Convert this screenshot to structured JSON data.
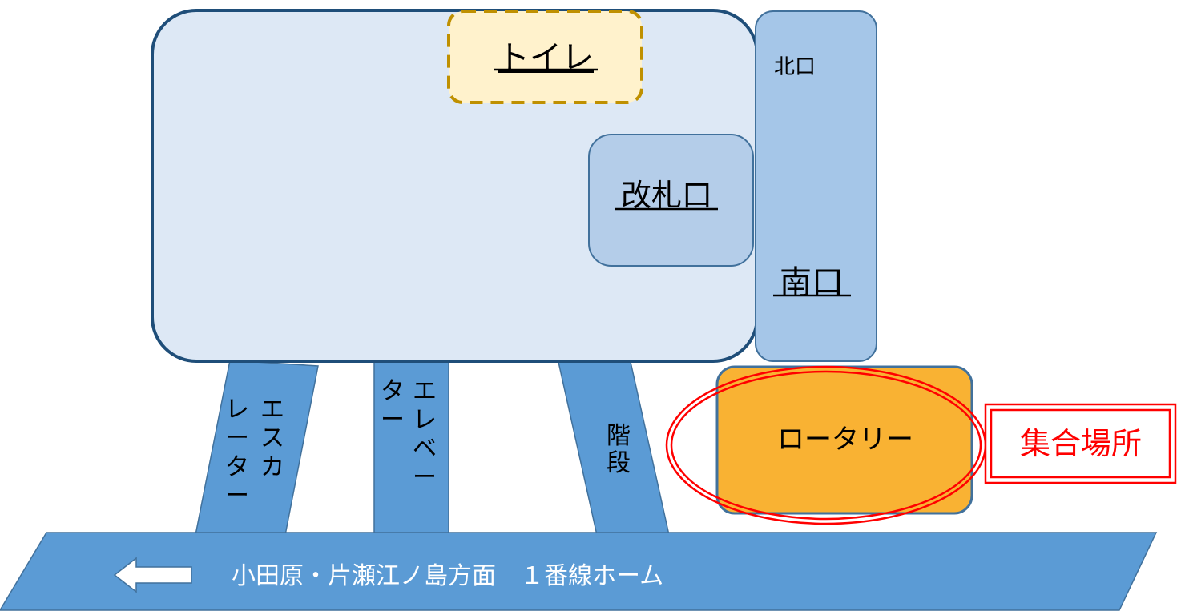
{
  "station": {
    "toilet": "トイレ",
    "ticket_gate": "改札口",
    "north_exit": "北口",
    "south_exit": "南口",
    "escalator": "エスカレーター",
    "elevator": "エレベーター",
    "stairs": "階段",
    "rotary": "ロータリー",
    "meeting_point": "集合場所",
    "platform_label": "小田原・片瀬江ノ島方面　１番線ホーム"
  },
  "colors": {
    "concourse_fill": "#dde8f5",
    "concourse_stroke": "#1f4e79",
    "exit_fill": "#9dc3e6",
    "gate_fill": "#b4cde9",
    "toilet_fill": "#fff2cc",
    "toilet_stroke": "#bf9000",
    "passage_fill": "#5b9bd5",
    "rotary_fill": "#f9b233",
    "highlight_red": "#ff0000"
  }
}
